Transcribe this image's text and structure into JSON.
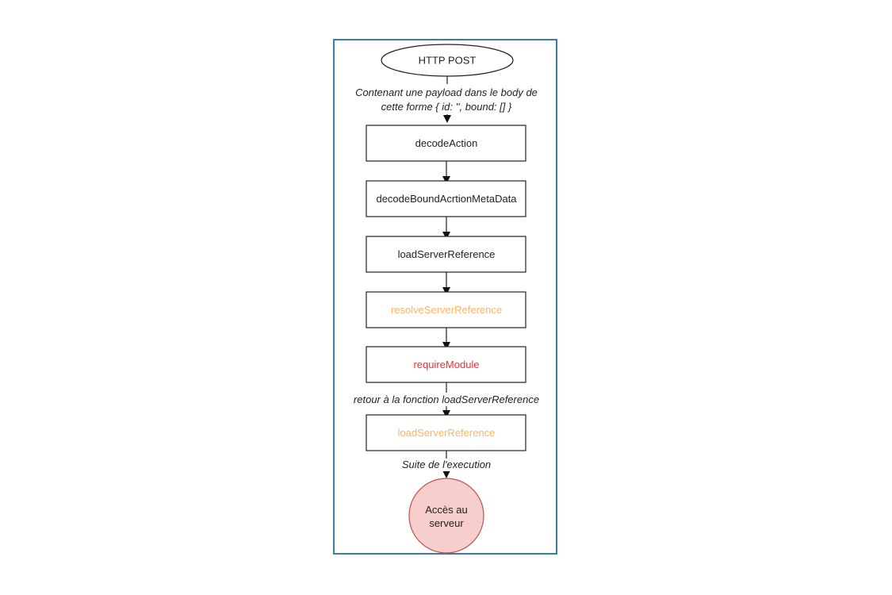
{
  "diagram": {
    "start": {
      "label": "HTTP POST",
      "shape": "ellipse"
    },
    "edge_labels": {
      "payload_line1": "Contenant une payload dans le body de",
      "payload_line2": "cette forme { id: '', bound: [] }",
      "retour": "retour à la fonction loadServerReference",
      "suite": "Suite de l'execution"
    },
    "steps": [
      {
        "label": "decodeAction",
        "text_color": "#222222"
      },
      {
        "label": "decodeBoundAcrtionMetaData",
        "text_color": "#222222"
      },
      {
        "label": "loadServerReference",
        "text_color": "#222222"
      },
      {
        "label": "resolveServerReference",
        "text_color": "#ffb366"
      },
      {
        "label": "requireModule",
        "text_color": "#ff2a2a"
      },
      {
        "label": "loadServerReference",
        "text_color": "#ffb366"
      }
    ],
    "end": {
      "line1": "Accès au",
      "line2": "serveur",
      "shape": "circle",
      "fill": "#f8cecc",
      "stroke": "#b85450"
    },
    "colors": {
      "frame": "#3a7ca5",
      "stroke": "#222222"
    }
  }
}
